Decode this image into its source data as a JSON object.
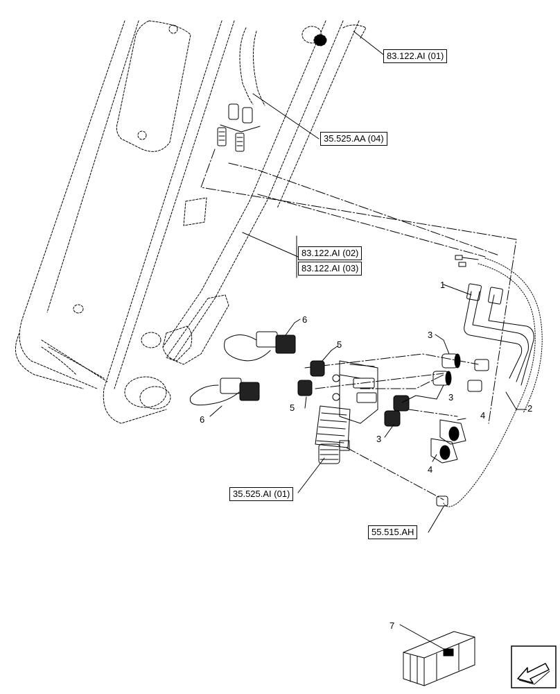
{
  "references": {
    "ref_83_122_AI_01": "83.122.AI (01)",
    "ref_35_525_AA_04": "35.525.AA (04)",
    "ref_83_122_AI_02": "83.122.AI (02)",
    "ref_83_122_AI_03": "83.122.AI (03)",
    "ref_35_525_AI_01": "35.525.AI (01)",
    "ref_55_515_AH": "55.515.AH"
  },
  "callouts": {
    "c1": "1",
    "c2": "2",
    "c3a": "3",
    "c3b": "3",
    "c3c": "3",
    "c4a": "4",
    "c4b": "4",
    "c5a": "5",
    "c5b": "5",
    "c6a": "6",
    "c6b": "6",
    "c7": "7"
  },
  "icons": {
    "nav": "navigation-arrow-icon",
    "kit": "parts-kit-box-icon"
  }
}
